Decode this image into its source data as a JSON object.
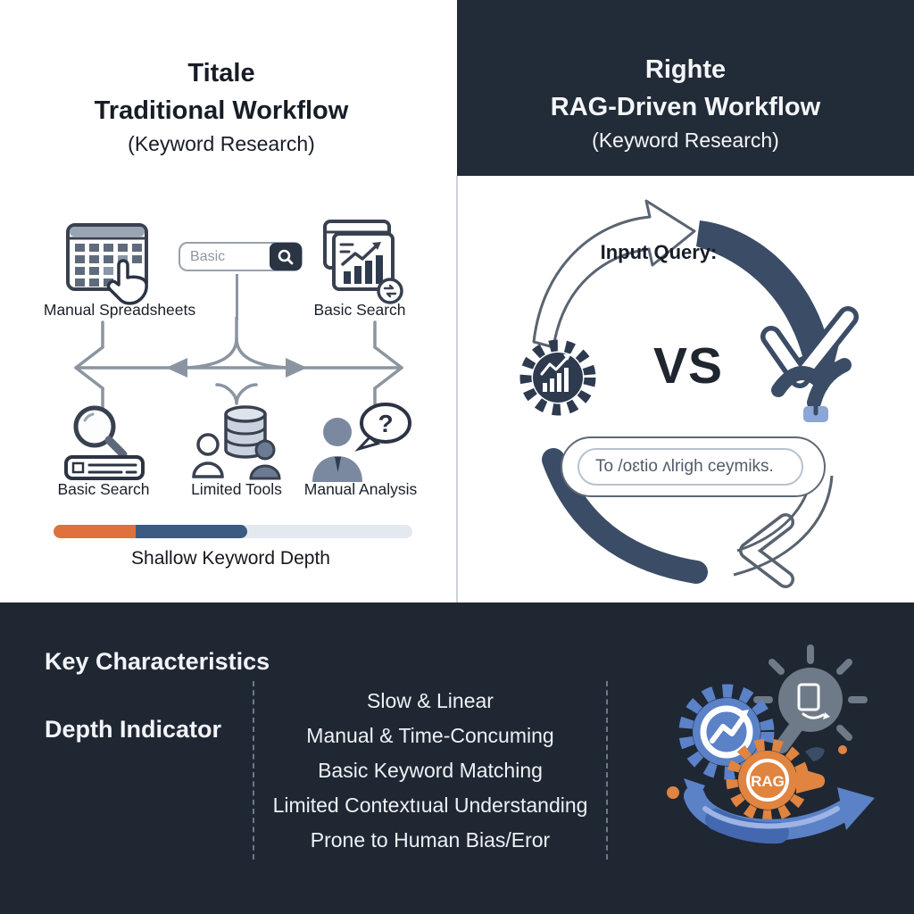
{
  "left_panel": {
    "kicker": "Titale",
    "title": "Traditional Workflow",
    "subtitle": "(Keyword Research)",
    "row1": [
      {
        "label": "Manual Spreadsheets",
        "icon": "spreadsheet-cursor-icon"
      },
      {
        "label": "Basic Search",
        "icon": "report-chart-icon"
      }
    ],
    "search": {
      "value": "Basic",
      "icon": "magnifier-icon"
    },
    "row2": [
      {
        "label": "Basic Search",
        "icon": "magnifier-list-icon"
      },
      {
        "label": "Limited Tools",
        "icon": "database-people-icon"
      },
      {
        "label": "Manual Analysis",
        "icon": "person-question-icon"
      }
    ],
    "question_mark": "?",
    "depth_bar": {
      "label": "Shallow Keyword Depth",
      "segments": [
        {
          "name": "orange",
          "color": "#e0713c",
          "percent": 23
        },
        {
          "name": "navy",
          "color": "#3d5a80",
          "percent": 31
        },
        {
          "name": "track",
          "color": "#e4e9ef",
          "percent": 46
        }
      ]
    }
  },
  "right_panel": {
    "kicker": "Righte",
    "title": "RAG-Driven Workflow",
    "subtitle": "(Keyword Research)",
    "input_label": "Input Query:",
    "versus": "VS",
    "search_value": "To /oɛtio ʌlrigh ceymiks."
  },
  "bottom_panel": {
    "heading": "Key Characteristics",
    "row_label": "Depth Indicator",
    "characteristics": [
      "Slow & Linear",
      "Manual & Time-Concuming",
      "Basic Keyword Matching",
      "Limited Contextıual Understanding",
      "Prone to Human Bias/Eror"
    ],
    "badge": "RAG"
  },
  "colors": {
    "panel_dark": "#222b38",
    "bottom_dark": "#1f2733",
    "accent_orange": "#e0713c",
    "depth_navy": "#3d5a80",
    "track_gray": "#e4e9ef",
    "arrow_gray": "#8b95a2",
    "flow_navy": "#3b4c66",
    "illustration_blue": "#5b81c7",
    "illustration_gray": "#6f7a88",
    "illustration_orange": "#e0843f"
  }
}
